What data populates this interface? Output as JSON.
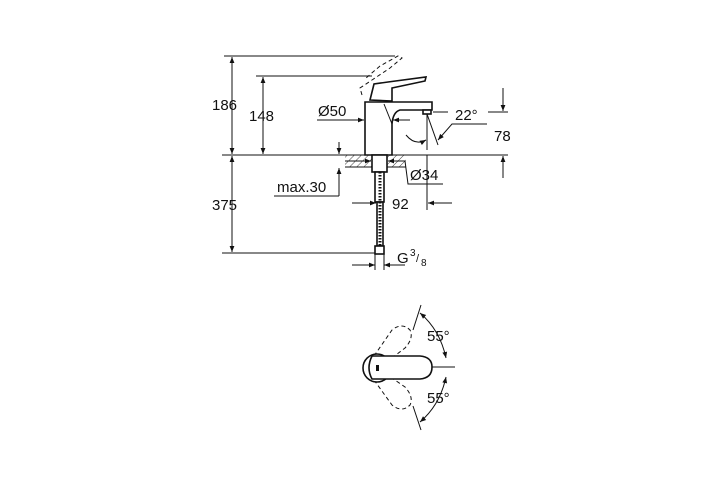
{
  "diagram": {
    "title": "Basin mixer dimension drawing",
    "side_view": {
      "height_total": "186",
      "height_handle": "148",
      "body_diameter": "Ø50",
      "spout_angle": "22°",
      "spout_height": "78",
      "deck_thickness": "max.30",
      "hole_diameter": "Ø34",
      "spout_reach": "92",
      "hose_length": "375",
      "connection": "G",
      "connection_num": "3",
      "connection_den": "8"
    },
    "top_view": {
      "angle_upper": "55°",
      "angle_lower": "55°"
    }
  }
}
